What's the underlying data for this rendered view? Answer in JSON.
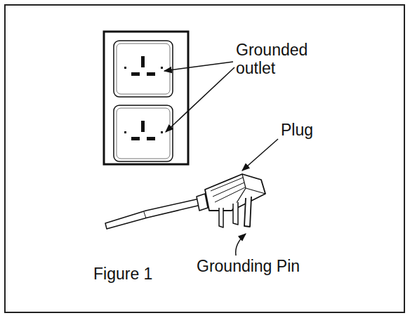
{
  "diagram": {
    "caption": "Figure 1",
    "labels": [
      "Grounded outlet",
      "Plug",
      "Grounding Pin"
    ]
  }
}
